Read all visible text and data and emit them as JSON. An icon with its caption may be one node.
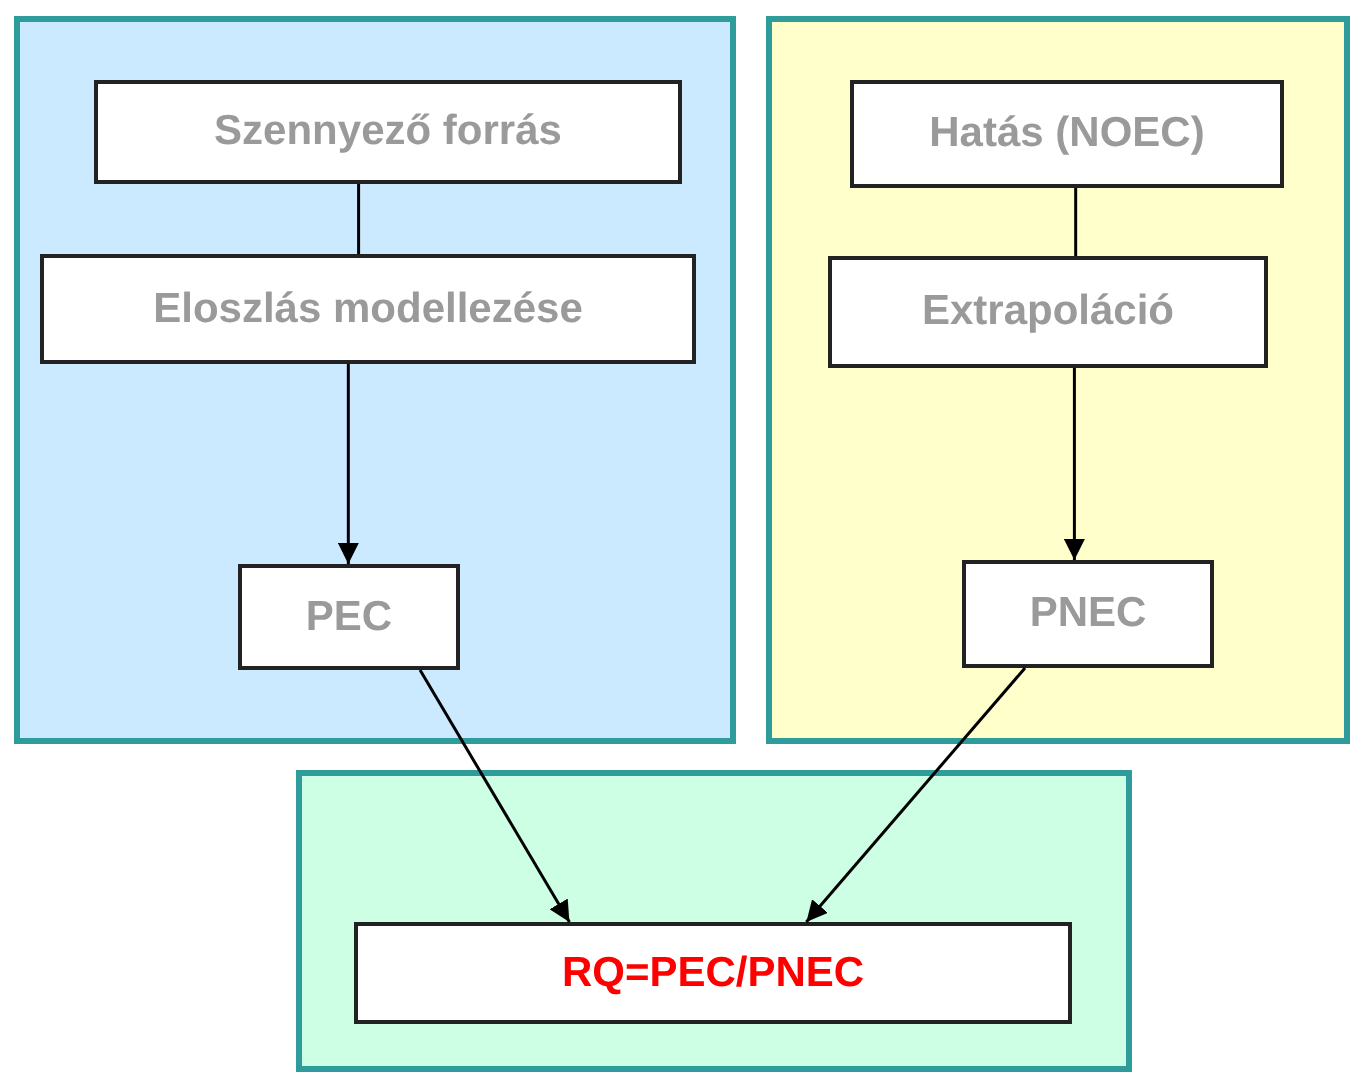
{
  "diagram": {
    "nodes": [
      {
        "text": [],
        "shape": "box"
      },
      {
        "text": [
          "Szennyező forrás"
        ],
        "in": 0
      },
      {
        "text": [
          "Eloszlás modellezése"
        ],
        "in": 0
      },
      {
        "text": [
          "PEC"
        ],
        "in": 0
      },
      {
        "text": [],
        "shape": "box"
      },
      {
        "text": [
          "Hatás (NOEC)"
        ],
        "in": 4
      },
      {
        "text": [
          "Extrapoláció"
        ],
        "in": 4
      },
      {
        "text": [
          "PNEC"
        ],
        "in": 4
      },
      {
        "text": [],
        "shape": "box"
      },
      {
        "text": [
          "RQ=PEC/PNEC"
        ],
        "in": 8
      }
    ],
    "edges": [
      {
        "from": 1,
        "to": 2,
        "arrow": "none"
      },
      {
        "from": 2,
        "to": 3,
        "arrow": "to"
      },
      {
        "from": 5,
        "to": 6,
        "arrow": "none"
      },
      {
        "from": 6,
        "to": 7,
        "arrow": "to"
      },
      {
        "from": 3,
        "to": 9,
        "arrow": "to"
      },
      {
        "from": 7,
        "to": 9,
        "arrow": "to"
      }
    ]
  }
}
